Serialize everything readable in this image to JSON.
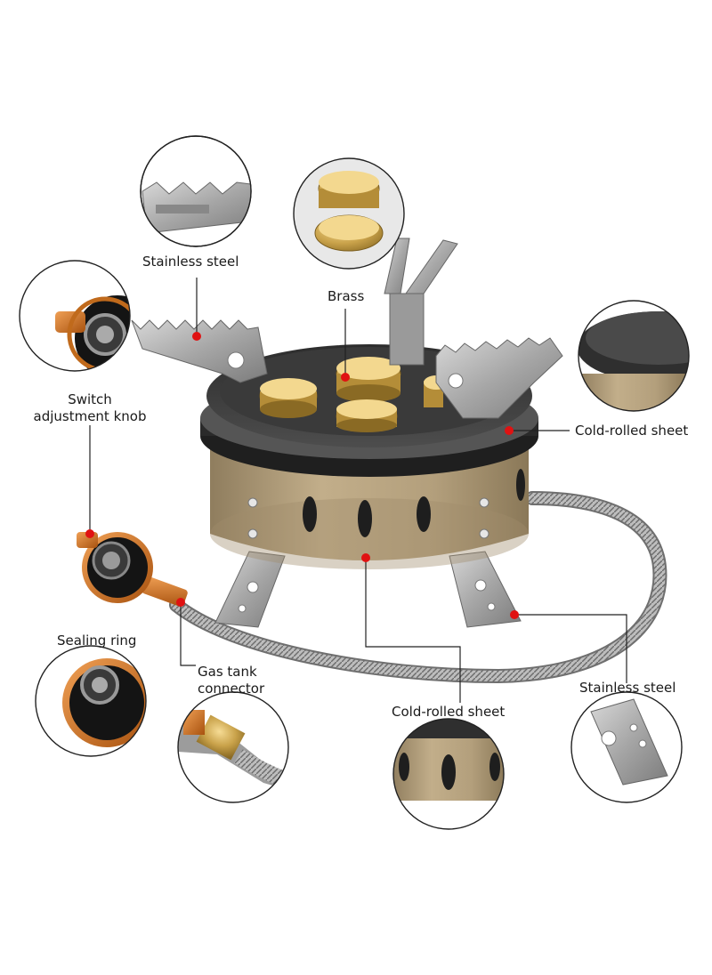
{
  "labels": {
    "stainless_top": "Stainless steel",
    "brass": "Brass",
    "switch_line1": "Switch",
    "switch_line2": "adjustment knob",
    "cold_right": "Cold-rolled sheet",
    "sealing_ring": "Sealing ring",
    "gas_line1": "Gas tank",
    "gas_line2": "connector",
    "cold_bottom": "Cold-rolled sheet",
    "stainless_right": "Stainless steel"
  },
  "colors": {
    "pointer": "#e01212",
    "leader": "#222222",
    "tan": "#b3a07f",
    "tan_dark": "#8d7a5c",
    "pan": "#3a3a3a",
    "brass": "#c9a24a",
    "steel": "#a9a9a9",
    "copper": "#c06a1c"
  }
}
